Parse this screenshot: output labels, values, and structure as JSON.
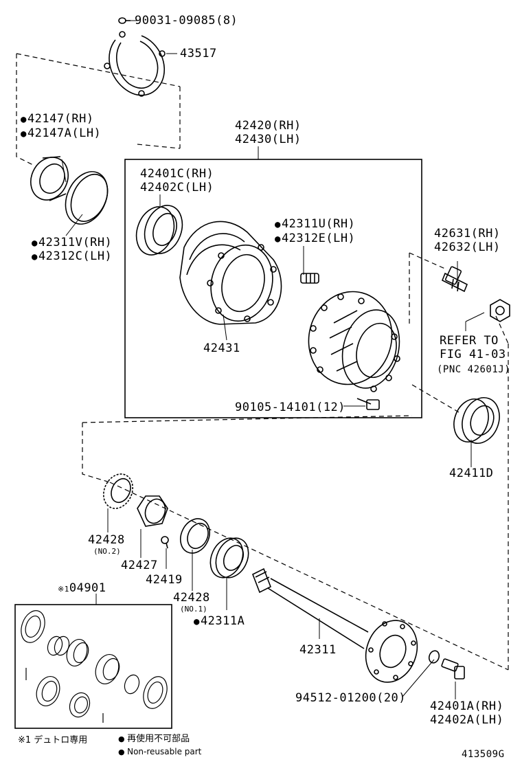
{
  "labels": {
    "bolt_top": "90031-09085(8)",
    "cover": "43517",
    "seal_outer_rh": "42147(RH)",
    "seal_outer_lh": "42147A(LH)",
    "ring_rh": "42311V(RH)",
    "ring_lh": "42312C(LH)",
    "hub_assy_rh": "42420(RH)",
    "hub_assy_lh": "42430(LH)",
    "bearing_rh": "42401C(RH)",
    "bearing_lh": "42402C(LH)",
    "drum": "42431",
    "stud_rh": "42311U(RH)",
    "stud_lh": "42312E(LH)",
    "hub_bolt": "90105-14101(12)",
    "hub_bolt_r_rh": "42631(RH)",
    "hub_bolt_r_lh": "42632(LH)",
    "refer_1": "REFER TO",
    "refer_2": "FIG 41-03",
    "refer_3": "(PNC 42601J)",
    "bearing_inner": "42411D",
    "washer_2": "42428",
    "washer_2_note": "(NO.2)",
    "nut": "42427",
    "screw": "42419",
    "washer_1": "42428",
    "washer_1_note": "(NO.1)",
    "oil_seal": "42311A",
    "axle_shaft": "42311",
    "kit": "04901",
    "kit_mark": "※1",
    "washer_bolt": "94512-01200(20)",
    "axle_bolt_rh": "42401A(RH)",
    "axle_bolt_lh": "42402A(LH)",
    "legend_kit": "※1 デュトロ専用",
    "legend_nonreuse_jp": "再使用不可部品",
    "legend_nonreuse_en": "Non-reusable part",
    "figure_code": "413509G"
  }
}
